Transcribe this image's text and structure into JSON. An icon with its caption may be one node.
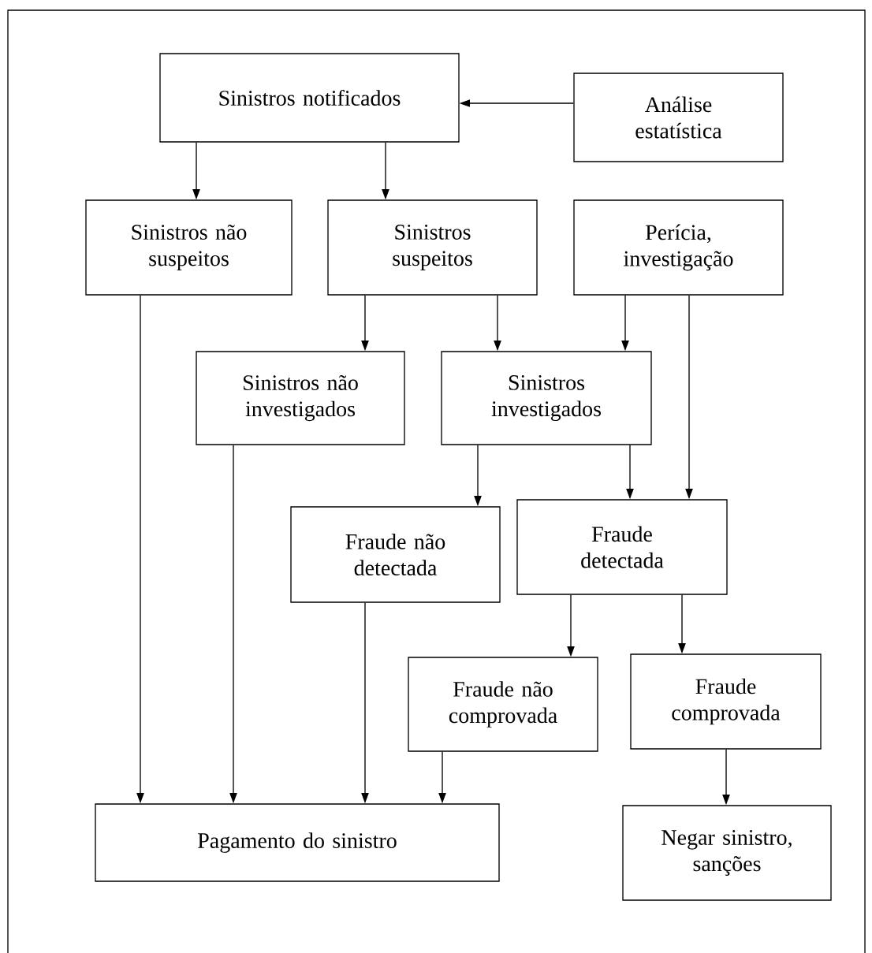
{
  "diagram": {
    "nodes": [
      {
        "text": [
          "Sinistros notificados"
        ]
      },
      {
        "text": [
          "Análise estatística"
        ]
      },
      {
        "text": [
          "Sinistros não suspeitos"
        ]
      },
      {
        "text": [
          "Sinistros suspeitos"
        ]
      },
      {
        "text": [
          "Perícia, investigação"
        ]
      },
      {
        "text": [
          "Sinistros não investigados"
        ]
      },
      {
        "text": [
          "Sinistros investigados"
        ]
      },
      {
        "text": [
          "Fraude não detectada"
        ]
      },
      {
        "text": [
          "Fraude detectada"
        ]
      },
      {
        "text": [
          "Fraude não comprovada"
        ]
      },
      {
        "text": [
          "Fraude comprovada"
        ]
      },
      {
        "text": [
          "Pagamento do sinistro"
        ]
      },
      {
        "text": [
          "Negar sinistro, sanções"
        ]
      }
    ],
    "edges": [
      {
        "from": 1,
        "to": 0,
        "arrow": "to"
      },
      {
        "from": 0,
        "to": 2,
        "arrow": "to"
      },
      {
        "from": 0,
        "to": 3,
        "arrow": "to"
      },
      {
        "from": 3,
        "to": 5,
        "arrow": "to"
      },
      {
        "from": 3,
        "to": 6,
        "arrow": "to"
      },
      {
        "from": 4,
        "to": 6,
        "arrow": "to"
      },
      {
        "from": 4,
        "to": 8,
        "arrow": "to"
      },
      {
        "from": 6,
        "to": 7,
        "arrow": "to"
      },
      {
        "from": 6,
        "to": 8,
        "arrow": "to"
      },
      {
        "from": 8,
        "to": 9,
        "arrow": "to"
      },
      {
        "from": 8,
        "to": 10,
        "arrow": "to"
      },
      {
        "from": 2,
        "to": 11,
        "arrow": "to"
      },
      {
        "from": 5,
        "to": 11,
        "arrow": "to"
      },
      {
        "from": 7,
        "to": 11,
        "arrow": "to"
      },
      {
        "from": 9,
        "to": 11,
        "arrow": "to"
      },
      {
        "from": 10,
        "to": 12,
        "arrow": "to"
      }
    ]
  }
}
